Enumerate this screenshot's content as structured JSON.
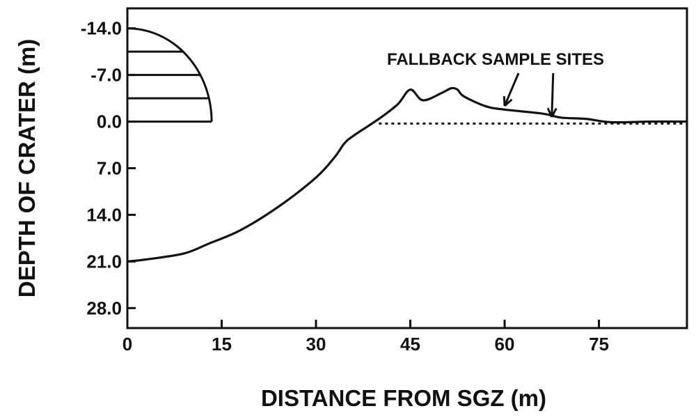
{
  "chart_data": {
    "type": "line",
    "xlabel": "DISTANCE FROM SGZ (m)",
    "ylabel": "DEPTH OF CRATER (m)",
    "xlim": [
      0,
      89
    ],
    "ylim": [
      -17,
      31
    ],
    "y_inverted": true,
    "x_ticks": [
      {
        "value": 0,
        "label": "0"
      },
      {
        "value": 15,
        "label": "15"
      },
      {
        "value": 30,
        "label": "30"
      },
      {
        "value": 45,
        "label": "45"
      },
      {
        "value": 60,
        "label": "60"
      },
      {
        "value": 75,
        "label": "75"
      }
    ],
    "y_ticks": [
      {
        "value": -14,
        "label": "-14.0"
      },
      {
        "value": -7,
        "label": "-7.0"
      },
      {
        "value": 0,
        "label": "0.0"
      },
      {
        "value": 7,
        "label": "7.0"
      },
      {
        "value": 14,
        "label": "14.0"
      },
      {
        "value": 21,
        "label": "21.0"
      },
      {
        "value": 28,
        "label": "28.0"
      }
    ],
    "grid": false,
    "series": [
      {
        "style": "solid",
        "color": "#111111",
        "x": [
          0,
          3,
          9,
          13,
          18,
          24,
          30,
          33,
          34.5,
          36,
          40,
          43,
          45,
          47,
          50,
          51.5,
          52.5,
          53.5,
          57,
          60,
          66,
          69,
          73,
          77,
          83,
          89
        ],
        "y": [
          21,
          20.7,
          19.8,
          18.3,
          16.3,
          12.8,
          8.4,
          5.3,
          3.3,
          2.1,
          -0.4,
          -2.6,
          -4.8,
          -3.2,
          -4.3,
          -5,
          -4.8,
          -3.8,
          -2.3,
          -1.8,
          -1.2,
          -0.6,
          -0.4,
          0.1,
          0,
          0
        ]
      },
      {
        "style": "dotted",
        "color": "#111111",
        "x": [
          40,
          89
        ],
        "y": [
          0.3,
          0.3
        ]
      }
    ],
    "annotations": [
      {
        "text": "FALLBACK SAMPLE SITES",
        "arrows_at_x": [
          60,
          67.5
        ]
      }
    ],
    "inset": {
      "type": "hatched-quarter-circle",
      "radius_x": 13.4,
      "top_y": -14,
      "base_y": 0,
      "hatch_levels_y": [
        -10.5,
        -7,
        -3.5,
        0
      ]
    }
  }
}
